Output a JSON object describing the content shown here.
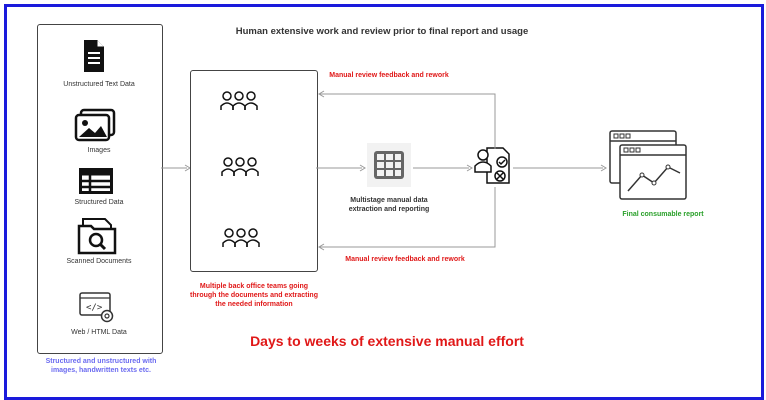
{
  "diagram": {
    "top_title": "Human extensive work and review prior to final report and usage",
    "sources": [
      {
        "label": "Unstructured Text Data",
        "icon": "document-icon"
      },
      {
        "label": "Images",
        "icon": "images-icon"
      },
      {
        "label": "Structured Data",
        "icon": "table-icon"
      },
      {
        "label": "Scanned Documents",
        "icon": "scanned-folder-icon"
      },
      {
        "label": "Web / HTML Data",
        "icon": "web-code-icon"
      }
    ],
    "sources_caption": "Structured and unstructured with images, handwritten texts etc.",
    "teams_caption": "Multiple back office teams going through the documents and extracting the needed information",
    "feedback_top": "Manual review feedback and rework",
    "feedback_bottom": "Manual review feedback and rework",
    "extraction_label": "Multistage manual data extraction and reporting",
    "final_label": "Final consumable report",
    "bottom_banner": "Days to weeks of extensive manual effort",
    "colors": {
      "frame": "#1a1adb",
      "red": "#e01818",
      "green": "#2aa02a",
      "blue": "#6b6bf0",
      "dark": "#333333"
    }
  }
}
